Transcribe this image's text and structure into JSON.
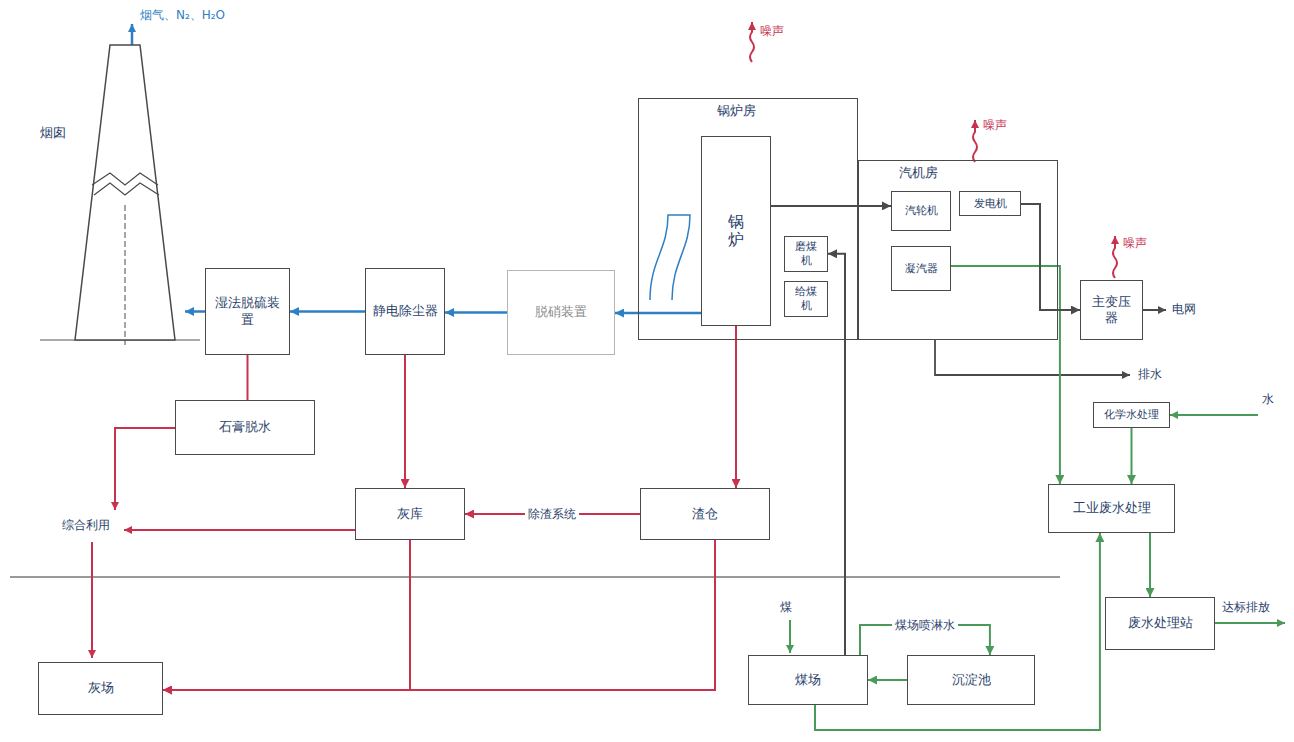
{
  "diagram": {
    "nodes": [
      {
        "text": [
          "烟囱"
        ]
      },
      {
        "text": [
          "湿法脱硫装置"
        ]
      },
      {
        "text": [
          "石膏脱水"
        ]
      },
      {
        "text": [
          "静电除尘器"
        ]
      },
      {
        "text": [
          "脱硝装置"
        ]
      },
      {
        "text": [
          "锅炉房"
        ]
      },
      {
        "text": [
          "锅炉"
        ],
        "in": 5
      },
      {
        "text": [
          "磨煤机"
        ],
        "in": 5
      },
      {
        "text": [
          "给煤机"
        ],
        "in": 5
      },
      {
        "text": [
          "汽机房"
        ]
      },
      {
        "text": [
          "汽轮机"
        ],
        "in": 9
      },
      {
        "text": [
          "发电机"
        ],
        "in": 9
      },
      {
        "text": [
          "凝汽器"
        ],
        "in": 9
      },
      {
        "text": [
          "主变压器"
        ]
      },
      {
        "text": [
          "化学水处理"
        ]
      },
      {
        "text": [
          "工业废水处理"
        ]
      },
      {
        "text": [
          "废水处理站"
        ]
      },
      {
        "text": [
          "灰库"
        ]
      },
      {
        "text": [
          "渣仓"
        ]
      },
      {
        "text": [
          "灰场"
        ]
      },
      {
        "text": [
          "煤场"
        ]
      },
      {
        "text": [
          "沉淀池"
        ]
      }
    ],
    "edges": [
      {
        "from": 6,
        "to": 4,
        "arrow": "to"
      },
      {
        "from": 4,
        "to": 3,
        "arrow": "to"
      },
      {
        "from": 3,
        "to": 1,
        "arrow": "to"
      },
      {
        "from": 1,
        "to": 0,
        "arrow": "to"
      },
      {
        "from": 1,
        "to": 2,
        "arrow": "none"
      },
      {
        "from": 3,
        "to": 17,
        "arrow": "to"
      },
      {
        "from": 6,
        "to": 18,
        "arrow": "to"
      },
      {
        "from": 18,
        "to": 17,
        "label": "除渣系统",
        "arrow": "to"
      },
      {
        "from": 17,
        "to": 19,
        "arrow": "to"
      },
      {
        "from": 18,
        "to": 19,
        "arrow": "to"
      },
      {
        "from": 20,
        "to": 7,
        "arrow": "to"
      },
      {
        "from": 21,
        "to": 20,
        "arrow": "to"
      },
      {
        "from": 20,
        "to": 15,
        "arrow": "to"
      },
      {
        "from": 12,
        "to": 15,
        "arrow": "to"
      },
      {
        "from": 14,
        "to": 15,
        "arrow": "to"
      },
      {
        "from": 15,
        "to": 16,
        "arrow": "to"
      },
      {
        "from": 11,
        "to": 13,
        "arrow": "to"
      },
      {
        "from": 6,
        "to": 10,
        "arrow": "to"
      },
      {
        "from": 20,
        "to": 21,
        "label": "煤场喷淋水",
        "arrow": "to"
      }
    ],
    "labels": [
      "烟气、N₂、H₂O",
      "噪声",
      "噪声",
      "噪声",
      "电网",
      "排水",
      "水",
      "综合利用",
      "煤",
      "达标排放"
    ]
  }
}
